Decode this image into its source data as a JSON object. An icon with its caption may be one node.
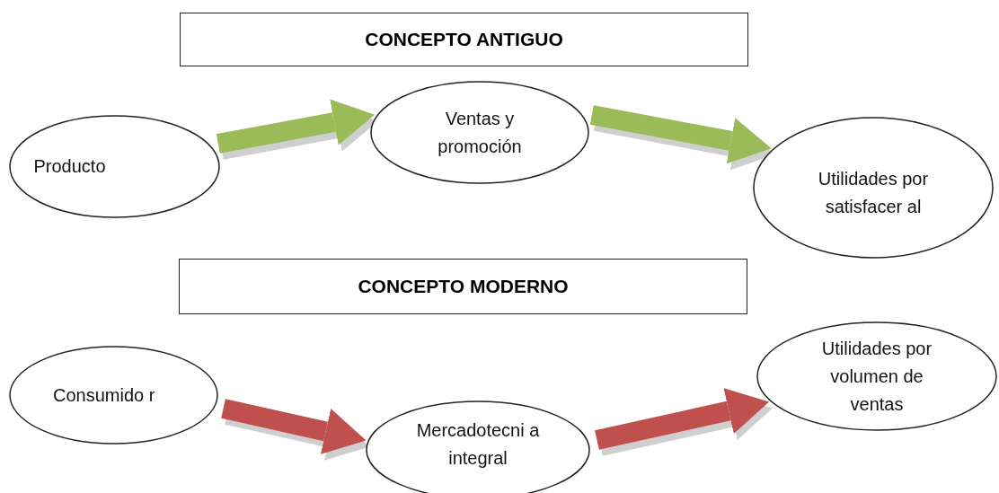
{
  "diagram": {
    "nodes": [
      {
        "text": [
          "CONCEPTO ANTIGUO"
        ]
      },
      {
        "text": [
          "Producto"
        ]
      },
      {
        "text": [
          "Ventas y promoción"
        ]
      },
      {
        "text": [
          "Utilidades por satisfacer al"
        ]
      },
      {
        "text": [
          "CONCEPTO MODERNO"
        ]
      },
      {
        "text": [
          "Consumido r"
        ]
      },
      {
        "text": [
          "Mercadotecni a integral"
        ]
      },
      {
        "text": [
          "Utilidades por volumen de ventas"
        ]
      }
    ],
    "edges": [
      {
        "from": 1,
        "to": 2,
        "arrow": "to",
        "color": "#9bbb59"
      },
      {
        "from": 2,
        "to": 3,
        "arrow": "to",
        "color": "#9bbb59"
      },
      {
        "from": 5,
        "to": 6,
        "arrow": "to",
        "color": "#c0504d"
      },
      {
        "from": 6,
        "to": 7,
        "arrow": "to",
        "color": "#c0504d"
      }
    ]
  }
}
